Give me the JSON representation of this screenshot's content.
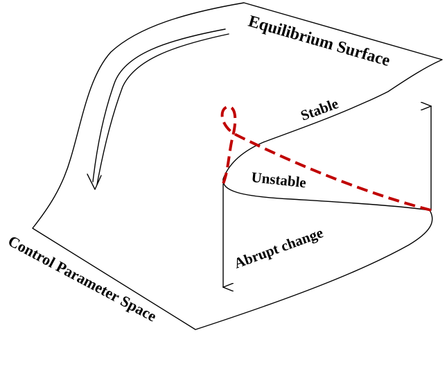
{
  "labels": {
    "equilibrium_surface": "Equilibrium Surface",
    "control_parameter_space": "Control Parameter Space",
    "stable": "Stable",
    "unstable": "Unstable",
    "abrupt_change": "Abrupt change"
  },
  "colors": {
    "line": "#000000",
    "dashed_path": "#c00000"
  }
}
